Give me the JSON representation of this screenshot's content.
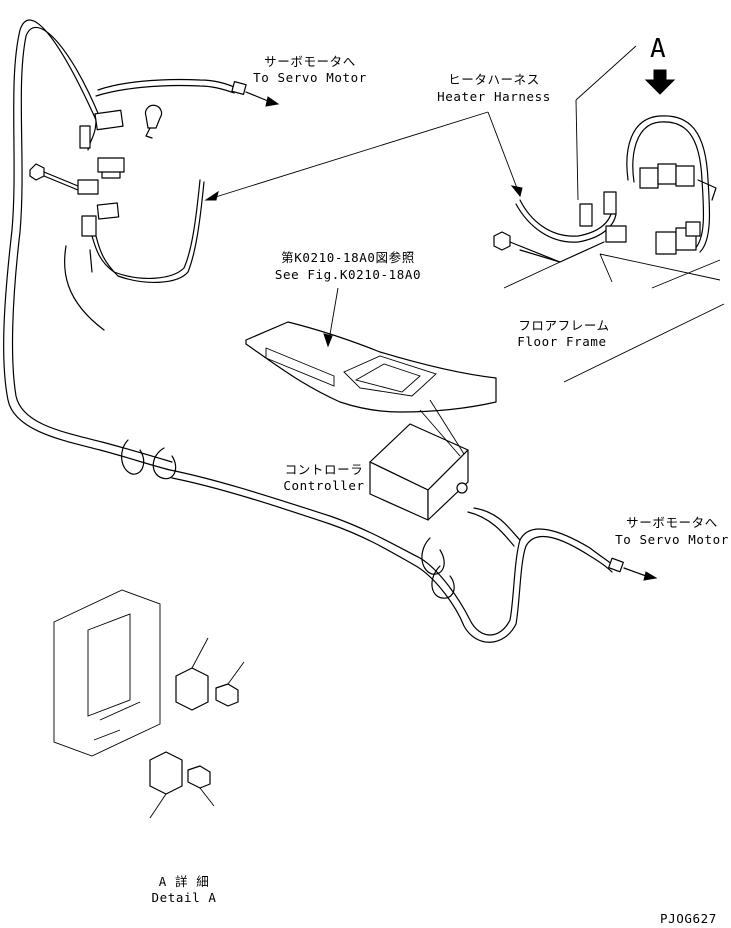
{
  "labels": {
    "servo_top_jp": "サーボモータへ",
    "servo_top_en": "To Servo Motor",
    "heater_jp": "ヒータハーネス",
    "heater_en": "Heater Harness",
    "view_a": "A",
    "seefig_jp": "第K0210-18A0図参照",
    "seefig_en": "See Fig.K0210-18A0",
    "floor_jp": "フロアフレーム",
    "floor_en": "Floor Frame",
    "controller_jp": "コントローラ",
    "controller_en": "Controller",
    "servo_right_jp": "サーボモータへ",
    "servo_right_en": "To Servo Motor",
    "detail_jp": "A 詳 細",
    "detail_en": "Detail A",
    "drawing_code": "PJOG627"
  },
  "icons": {
    "view_arrow": "down-arrow-icon"
  }
}
